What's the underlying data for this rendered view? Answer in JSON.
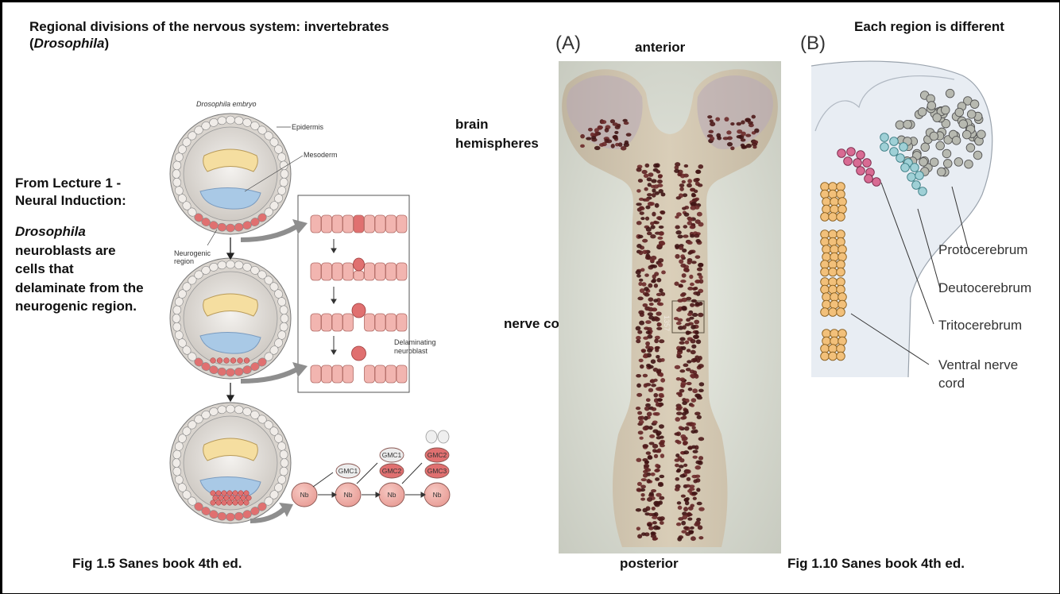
{
  "slide": {
    "title_line1": "Regional divisions of the nervous system: invertebrates",
    "title_open_paren": "(",
    "title_italic": "Drosophila",
    "title_close_paren": ")",
    "top_right_text": "Each region is different"
  },
  "left_text": {
    "lecture_line1": "From Lecture 1 -",
    "lecture_line2": "Neural Induction:",
    "italic_word": "Drosophila",
    "body_line1": "neuroblasts are",
    "body_line2": "cells that",
    "body_line3": "delaminate from the",
    "body_line4": "neurogenic region."
  },
  "fig15": {
    "header": "Drosophila embryo",
    "epidermis": "Epidermis",
    "mesoderm": "Mesoderm",
    "neurogenic_1": "Neurogenic",
    "neurogenic_2": "region",
    "delaminating_1": "Delaminating",
    "delaminating_2": "neuroblast",
    "nb": "Nb",
    "gmc1": "GMC1",
    "gmc2": "GMC2",
    "gmc3": "GMC3",
    "caption": "Fig 1.5 Sanes book 4th ed."
  },
  "panelA": {
    "label": "(A)",
    "anterior": "anterior",
    "posterior": "posterior",
    "brain_1": "brain",
    "brain_2": "hemispheres",
    "nerve_cord": "nerve cord"
  },
  "panelB": {
    "label": "(B)",
    "protocerebrum": "Protocerebrum",
    "deutocerebrum": "Deutocerebrum",
    "tritocerebrum": "Tritocerebrum",
    "vnc_1": "Ventral nerve",
    "vnc_2": "cord",
    "caption": "Fig 1.10 Sanes book 4th ed."
  },
  "colors": {
    "epidermis_pink": "#f2b5b0",
    "mesoderm_blue": "#a9c9e6",
    "gut_yellow": "#f5dea0",
    "neuroblast_red": "#e07070",
    "protocerebrum_gray": "#b7b9b0",
    "deutocerebrum_teal": "#9fd0d6",
    "tritocerebrum_pink": "#d86b93",
    "vnc_orange": "#f2c07a",
    "stain_brown": "#5a1f1f"
  }
}
